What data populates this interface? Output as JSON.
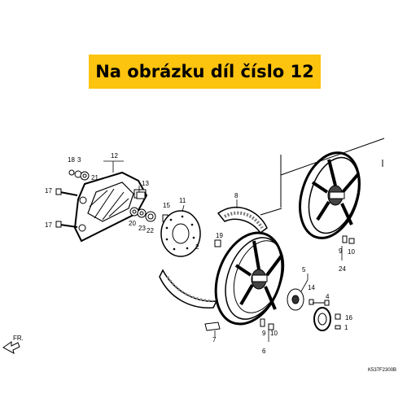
{
  "banner": {
    "text": "Na obrázku díl číslo 12"
  },
  "diagram_code": "K537F2300B",
  "front_arrow": "FR.",
  "callouts": {
    "n1": "1",
    "n2": "2",
    "n3": "3",
    "n4": "4",
    "n5": "5",
    "n6": "6",
    "n7": "7",
    "n8": "8",
    "n9a": "9",
    "n9b": "9",
    "n10a": "10",
    "n10b": "10",
    "n11": "11",
    "n12": "12",
    "n13": "13",
    "n14": "14",
    "n15": "15",
    "n16": "16",
    "n17a": "17",
    "n17b": "17",
    "n18": "18",
    "n19": "19",
    "n20": "20",
    "n21": "21",
    "n22": "22",
    "n23": "23",
    "n24": "24"
  }
}
